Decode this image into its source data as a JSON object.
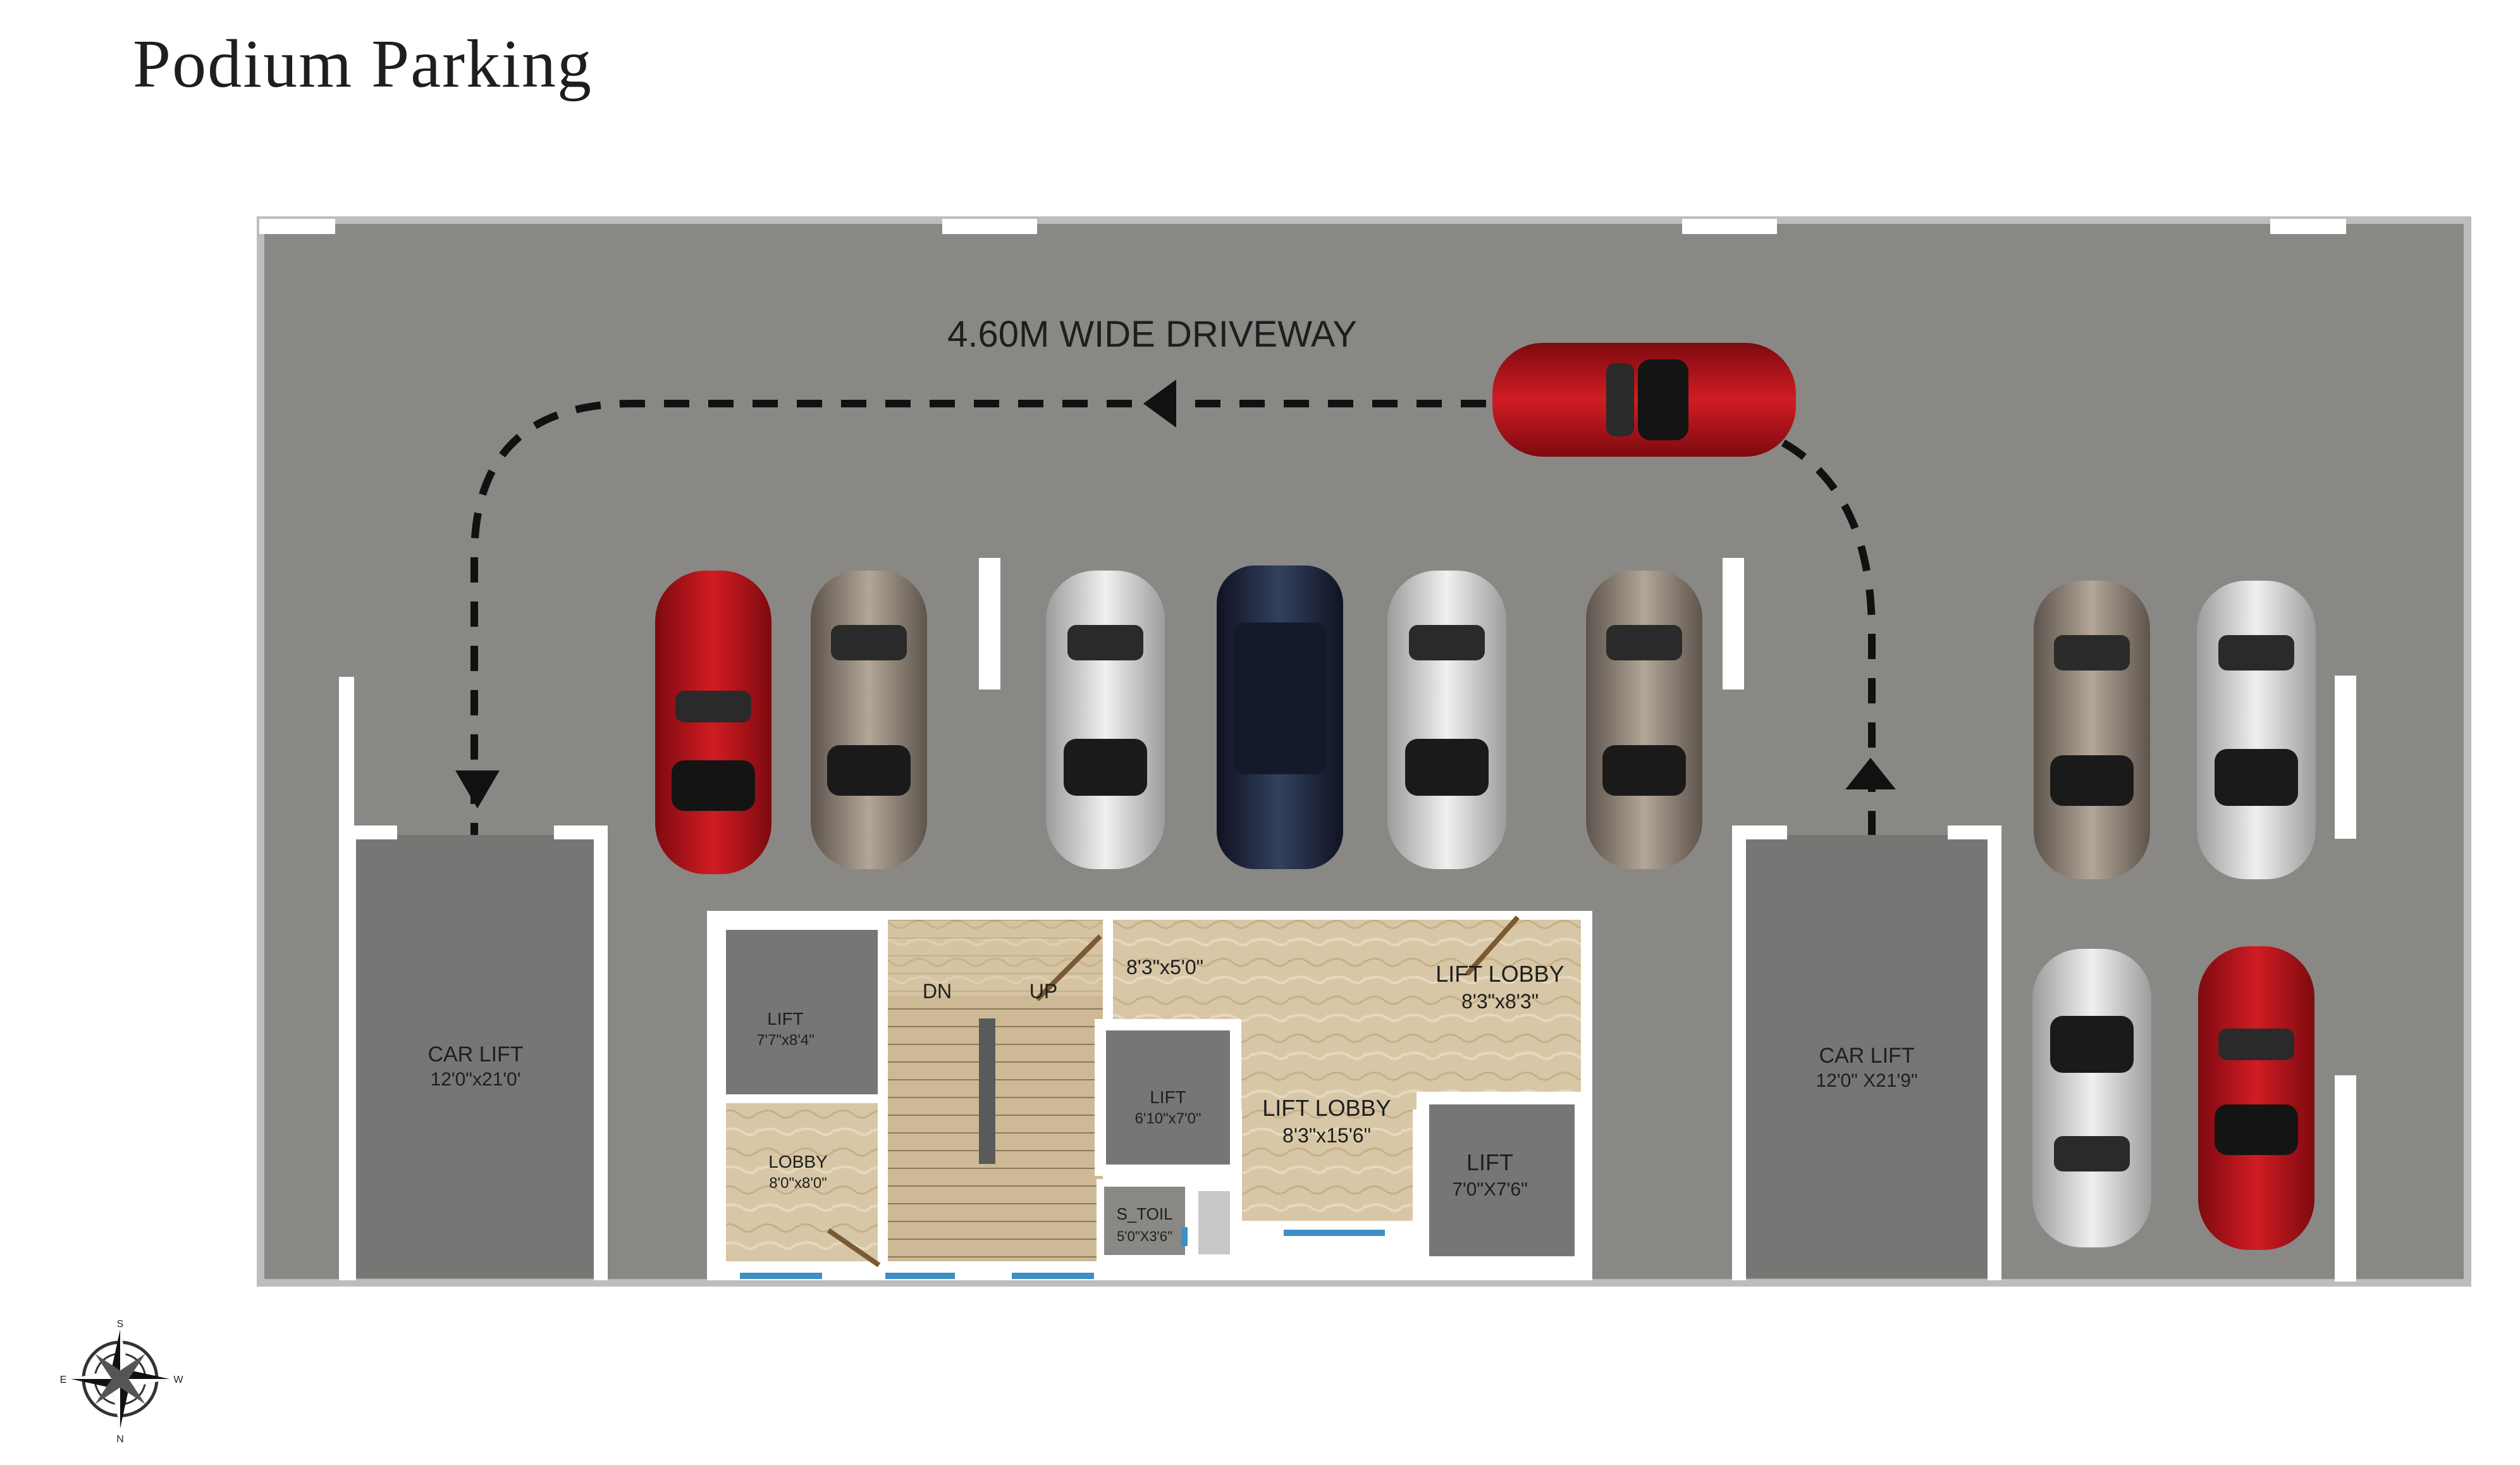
{
  "title": "Podium Parking",
  "driveway_label": "4.60M WIDE DRIVEWAY",
  "rooms": {
    "car_lift_left": {
      "name": "CAR LIFT",
      "size": "12'0\"x21'0'"
    },
    "car_lift_right": {
      "name": "CAR LIFT",
      "size": "12'0\" X21'9\""
    },
    "lift_a": {
      "name": "LIFT",
      "size": "7'7\"x8'4\""
    },
    "lobby": {
      "name": "LOBBY",
      "size": "8'0\"x8'0\""
    },
    "stair_dn": "DN",
    "stair_up": "UP",
    "landing_size": "8'3\"x5'0\"",
    "lift_b": {
      "name": "LIFT",
      "size": "6'10\"x7'0\""
    },
    "lift_lobby_main": {
      "name": "LIFT LOBBY",
      "size": "8'3\"x15'6\""
    },
    "lift_lobby_small": {
      "name": "LIFT LOBBY",
      "size": "8'3\"x8'3\""
    },
    "lift_c": {
      "name": "LIFT",
      "size": "7'0\"X7'6\""
    },
    "s_toil": {
      "name": "S_TOIL",
      "size": "5'0\"X3'6\""
    }
  },
  "compass": {
    "n": "N",
    "s": "S",
    "e": "E",
    "w": "W"
  },
  "colors": {
    "floor": "#8a8885",
    "wall": "#ffffff",
    "lift_floor": "#787674",
    "marble": "#d8c7a6",
    "stair": "#cbb896",
    "window": "#3d8fc4",
    "car_red": "#b7141b",
    "car_silver": "#cfcfcf",
    "car_bronze": "#8d8177",
    "car_navy": "#1f2640"
  }
}
